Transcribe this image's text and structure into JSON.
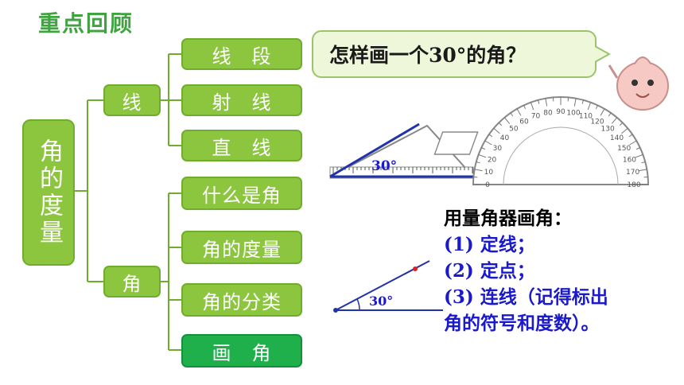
{
  "title": "重点回顾",
  "mindmap": {
    "root": "角的度量",
    "branches": [
      {
        "label": "线",
        "children": [
          "线　段",
          "射　线",
          "直　线"
        ]
      },
      {
        "label": "角",
        "children": [
          "什么是角",
          "角的度量",
          "角的分类",
          "画　角"
        ]
      }
    ],
    "active_item": "画　角"
  },
  "bubble": {
    "text": "怎样画一个30°的角？"
  },
  "diagram": {
    "angle_label_top": "30°",
    "angle_label_bottom": "30°",
    "protractor_numbers": [
      "0",
      "10",
      "20",
      "30",
      "40",
      "50",
      "60",
      "70",
      "80",
      "90",
      "100",
      "110",
      "120",
      "130",
      "140",
      "150",
      "160",
      "170",
      "180"
    ]
  },
  "method": {
    "heading": "用量角器画角：",
    "steps": [
      "(1) 定线；",
      "(2) 定点；",
      "(3) 连线（记得标出",
      "角的符号和度数）。"
    ]
  },
  "colors": {
    "node_fill": "#8cc63f",
    "node_active": "#1fb04b",
    "title": "#3fa33f",
    "step_text": "#1a1acc",
    "line_blue": "#2233aa"
  }
}
